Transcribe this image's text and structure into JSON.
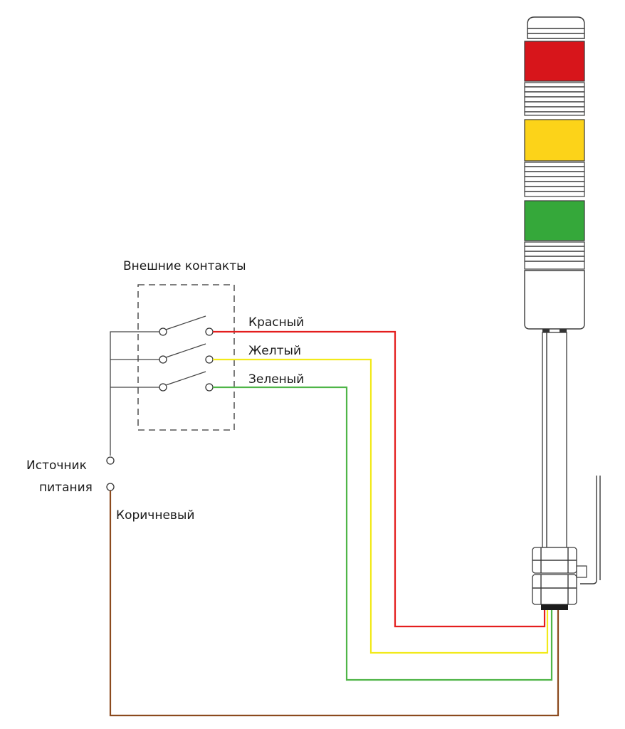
{
  "labels": {
    "external_contacts": "Внешние контакты",
    "red": "Красный",
    "yellow": "Желтый",
    "green": "Зеленый",
    "power_line1": "Источник",
    "power_line2": "питания",
    "brown": "Коричневый"
  },
  "colors": {
    "red_wire": "#e41e1e",
    "yellow_wire": "#f2ea1a",
    "green_wire": "#4fb548",
    "brown_wire": "#8b4a1e",
    "lamp_red": "#d7151b",
    "lamp_yellow": "#fcd319",
    "lamp_green": "#35a83a"
  }
}
